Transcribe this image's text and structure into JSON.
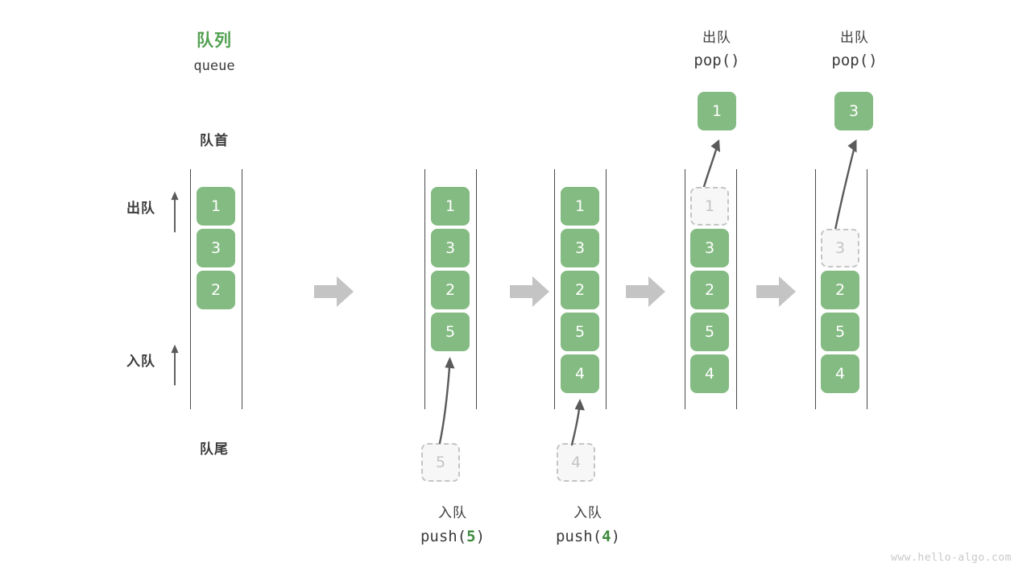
{
  "diagram": {
    "title_cn": "队列",
    "title_en": "queue",
    "head_label": "队首",
    "tail_label": "队尾",
    "dequeue_label": "出队",
    "enqueue_label": "入队",
    "watermark": "www.hello-algo.com",
    "colors": {
      "element_fill": "#84bb82",
      "element_text": "#ffffff",
      "ghost_fill": "#f7f7f7",
      "ghost_border": "#c4c4c4",
      "ghost_text": "#c4c4c4",
      "title_green": "#53a153",
      "code_green": "#3d8a3d",
      "rail": "#4a4a4a",
      "arrow_gray": "#5a5a5a",
      "block_arrow": "#c4c4c4",
      "text": "#3c3c3c",
      "watermark": "#c8c8c8",
      "background": "#ffffff"
    }
  },
  "stages": [
    {
      "id": "initial",
      "caption_cn": "",
      "caption_code": "",
      "cells": [
        {
          "value": "1",
          "state": "normal"
        },
        {
          "value": "3",
          "state": "normal"
        },
        {
          "value": "2",
          "state": "normal"
        }
      ]
    },
    {
      "id": "push-5",
      "caption_cn": "入队",
      "caption_code_prefix": "push(",
      "caption_code_num": "5",
      "caption_code_suffix": ")",
      "incoming_value": "5",
      "cells": [
        {
          "value": "1",
          "state": "normal"
        },
        {
          "value": "3",
          "state": "normal"
        },
        {
          "value": "2",
          "state": "normal"
        },
        {
          "value": "5",
          "state": "normal"
        }
      ]
    },
    {
      "id": "push-4",
      "caption_cn": "入队",
      "caption_code_prefix": "push(",
      "caption_code_num": "4",
      "caption_code_suffix": ")",
      "incoming_value": "4",
      "cells": [
        {
          "value": "1",
          "state": "normal"
        },
        {
          "value": "3",
          "state": "normal"
        },
        {
          "value": "2",
          "state": "normal"
        },
        {
          "value": "5",
          "state": "normal"
        },
        {
          "value": "4",
          "state": "normal"
        }
      ]
    },
    {
      "id": "pop-1",
      "caption_cn": "出队",
      "caption_code": "pop()",
      "popped_value": "1",
      "cells": [
        {
          "value": "1",
          "state": "ghost"
        },
        {
          "value": "3",
          "state": "normal"
        },
        {
          "value": "2",
          "state": "normal"
        },
        {
          "value": "5",
          "state": "normal"
        },
        {
          "value": "4",
          "state": "normal"
        }
      ]
    },
    {
      "id": "pop-3",
      "caption_cn": "出队",
      "caption_code": "pop()",
      "popped_value": "3",
      "cells": [
        {
          "value": "3",
          "state": "ghost"
        },
        {
          "value": "2",
          "state": "normal"
        },
        {
          "value": "5",
          "state": "normal"
        },
        {
          "value": "4",
          "state": "normal"
        }
      ]
    }
  ]
}
